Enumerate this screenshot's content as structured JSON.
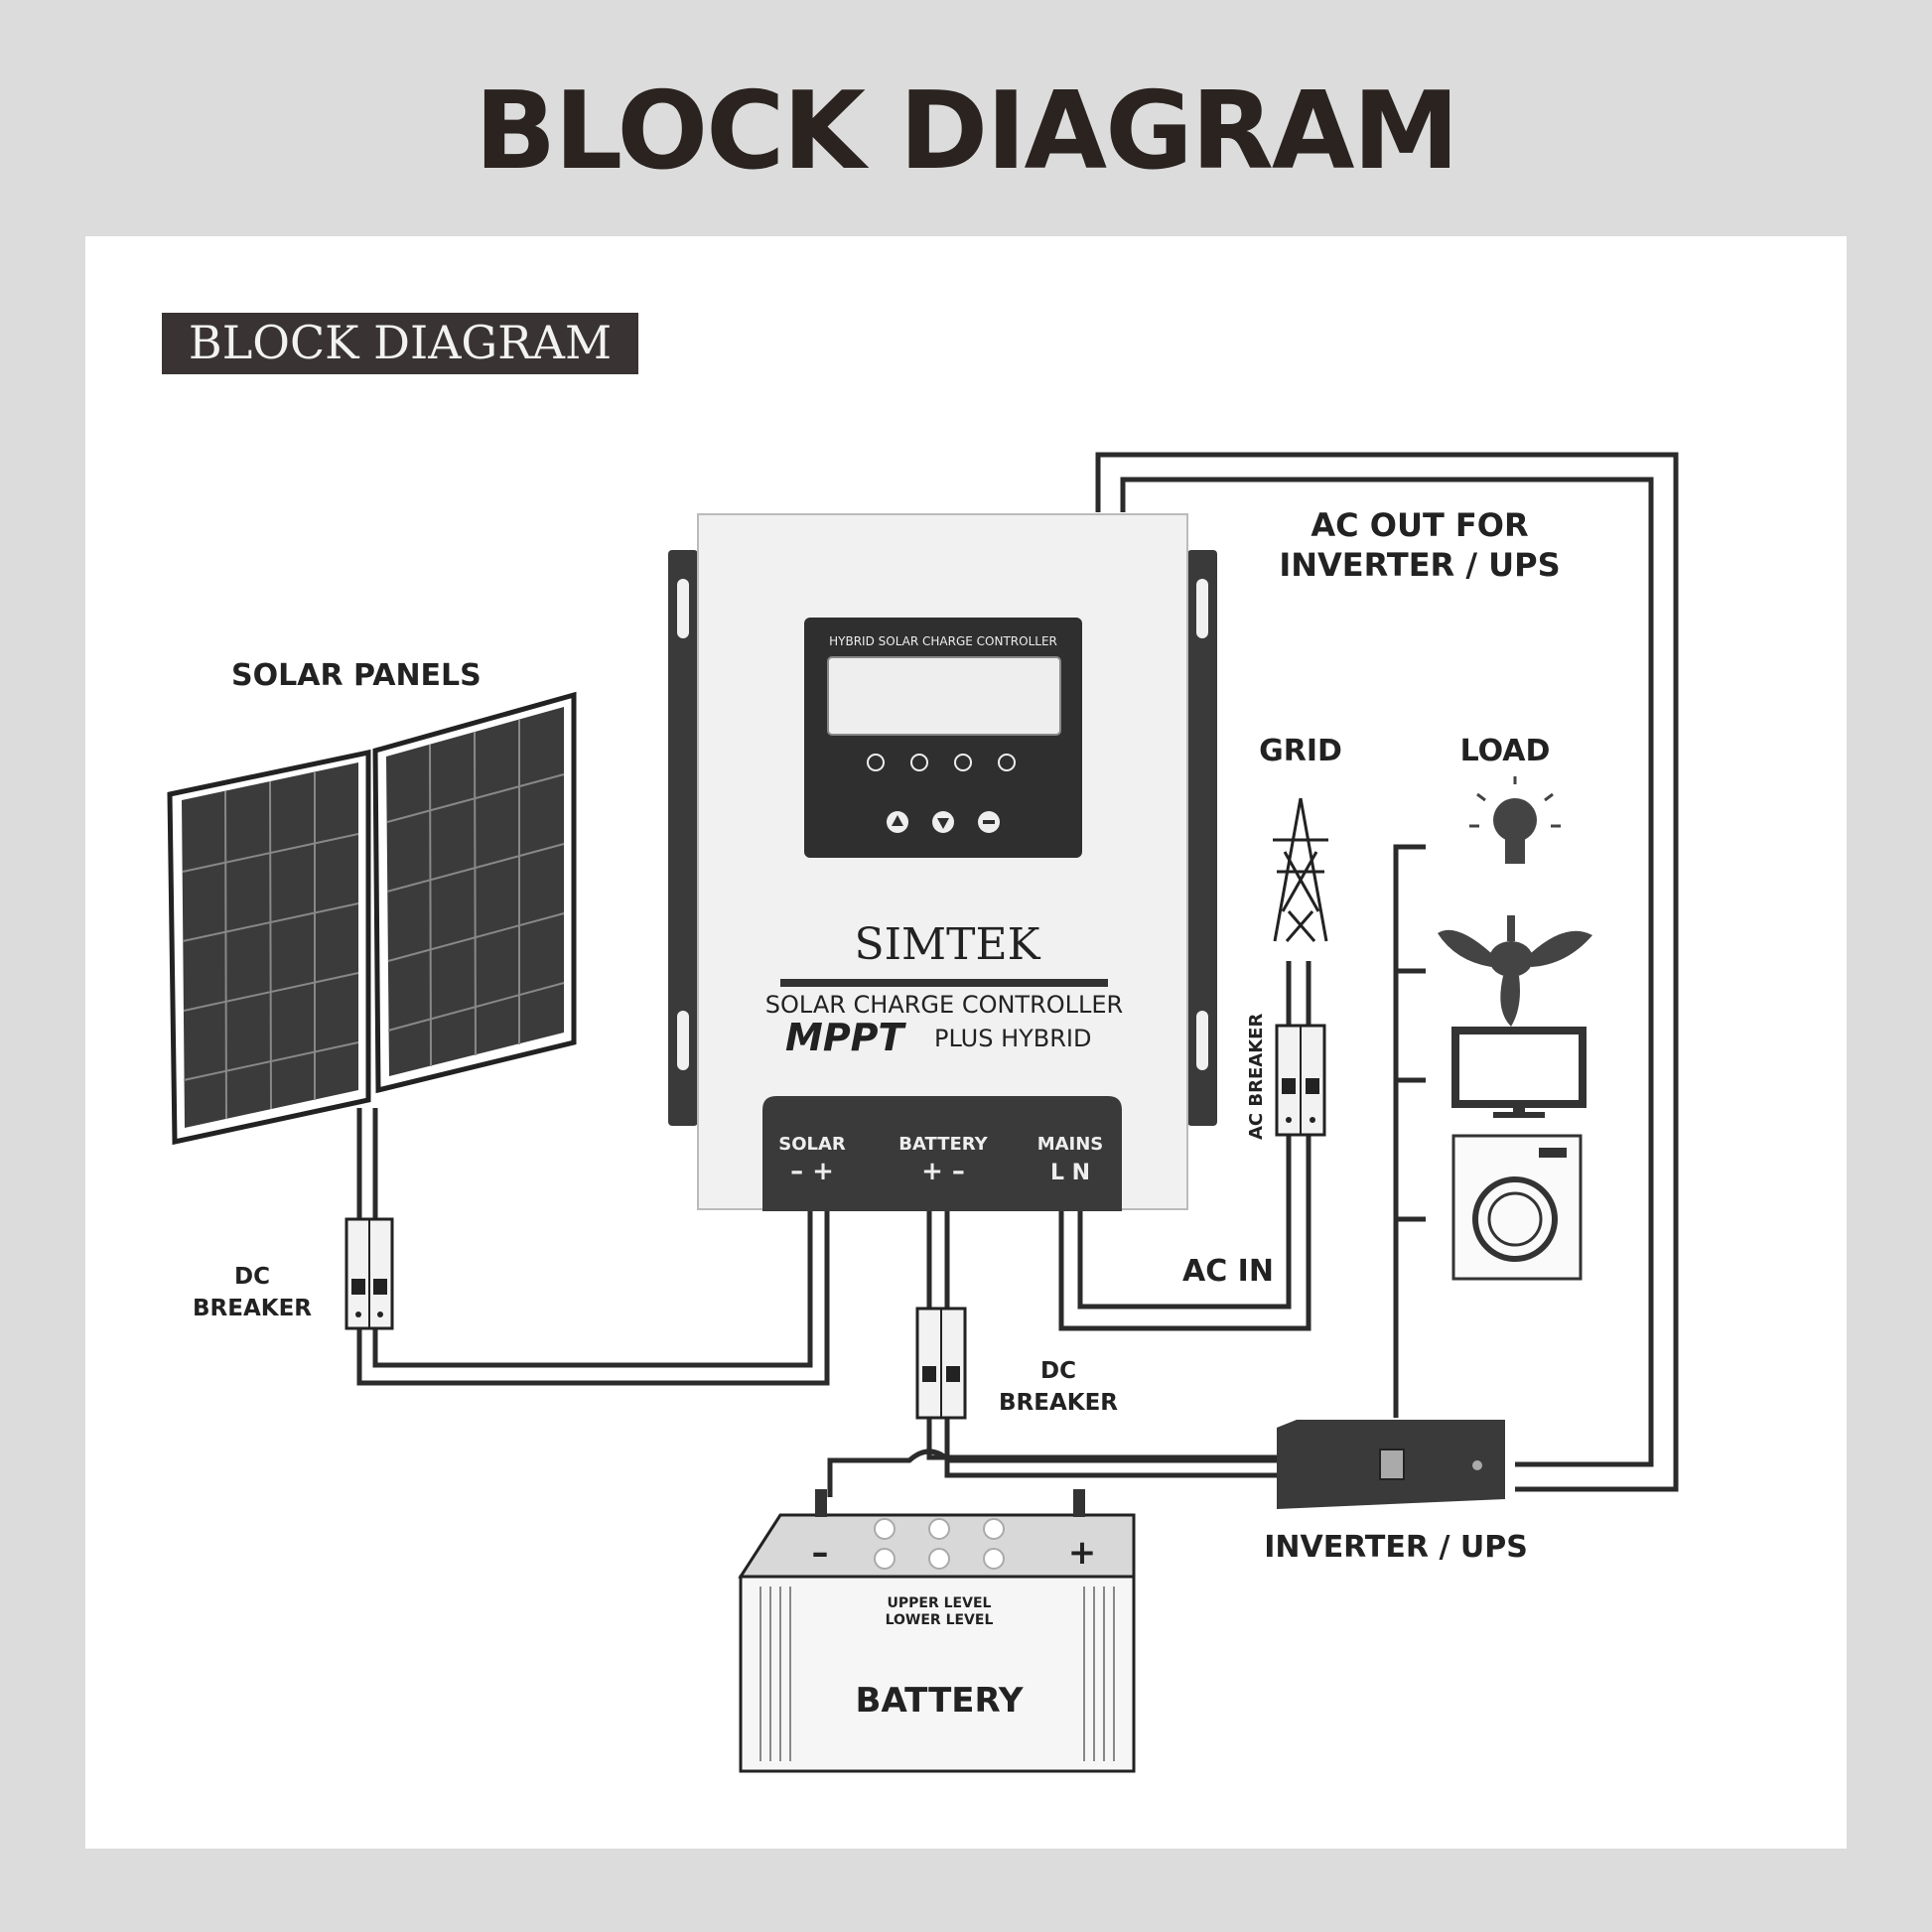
{
  "header": {
    "title": "BLOCK DIAGRAM"
  },
  "diagram": {
    "inner_title": "BLOCK DIAGRAM",
    "solar_panels_label": "SOLAR PANELS",
    "dc_breaker_left": [
      "DC",
      "BREAKER"
    ],
    "dc_breaker_bottom": [
      "DC",
      "BREAKER"
    ],
    "ac_breaker_label": "AC BREAKER",
    "ac_out_label": [
      "AC OUT FOR",
      "INVERTER / UPS"
    ],
    "grid_label": "GRID",
    "load_label": "LOAD",
    "ac_in_label": "AC IN",
    "inverter_label": "INVERTER / UPS",
    "controller": {
      "lcd_caption": "HYBRID SOLAR CHARGE CONTROLLER",
      "brand": "SIMTEK",
      "product_line": "SOLAR CHARGE CONTROLLER",
      "model_mark": "MPPT",
      "model_suffix": "PLUS HYBRID",
      "terminals": [
        {
          "name": "SOLAR",
          "polarity": "– +"
        },
        {
          "name": "BATTERY",
          "polarity": "+ –"
        },
        {
          "name": "MAINS",
          "polarity": "L N"
        }
      ]
    },
    "battery": {
      "label": "BATTERY",
      "upper_level": "UPPER LEVEL",
      "lower_level": "LOWER LEVEL",
      "neg": "–",
      "pos": "+"
    },
    "load_icons": [
      "bulb-icon",
      "fan-icon",
      "tv-icon",
      "washing-machine-icon"
    ],
    "colors": {
      "ink": "#2a2320",
      "device_dark": "#3a3a3a",
      "device_light": "#f1f1f1"
    }
  }
}
